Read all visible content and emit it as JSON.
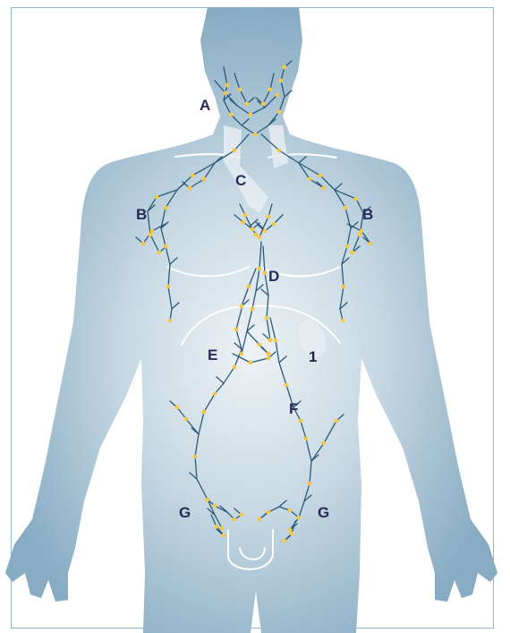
{
  "labels": {
    "a": "A",
    "b_right": "B",
    "b_left": "B",
    "c": "C",
    "d": "D",
    "e": "E",
    "f": "F",
    "g_right": "G",
    "g_left": "G",
    "one": "1"
  },
  "colors": {
    "frame": "#8fb8cf",
    "body_light": "#eef2f5",
    "body_mid": "#b9cfdc",
    "body_dark": "#7fa6bf",
    "vessel": "#2a5a78",
    "node": "#f1c84a",
    "label": "#262a57"
  },
  "icons": {
    "figure": "human-torso-lymphatic-system-illustration"
  }
}
